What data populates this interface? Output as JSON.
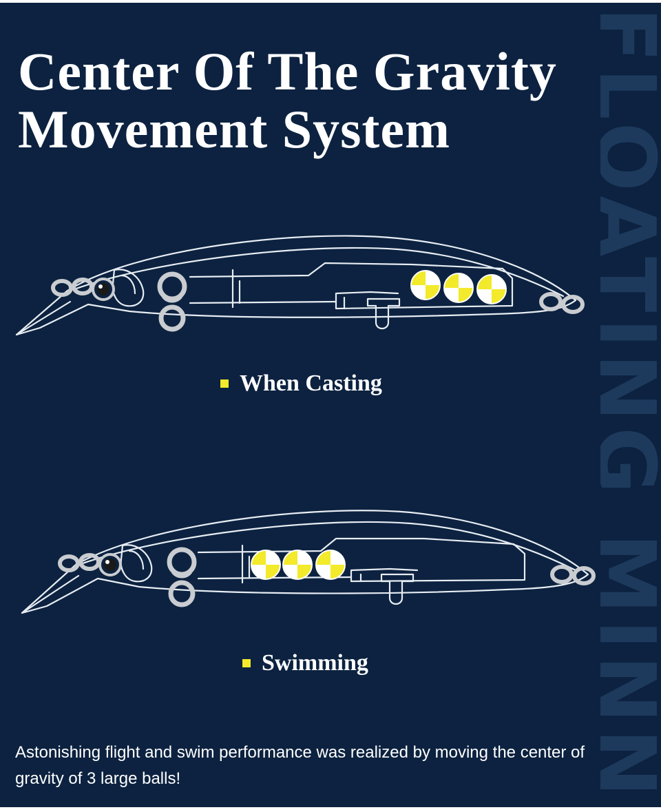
{
  "title": {
    "line1": "Center Of The Gravity",
    "line2": "Movement System"
  },
  "watermark": "FLOATING MINN",
  "states": [
    {
      "label": "When Casting",
      "ball_position": "rear"
    },
    {
      "label": "Swimming",
      "ball_position": "center"
    }
  ],
  "description": "Astonishing flight and swim performance was realized by moving the center of gravity of 3 large balls!",
  "colors": {
    "background": "#0c2240",
    "watermark": "#1d3a5d",
    "ball_yellow": "#f2ea2a",
    "outline": "#e8edf3",
    "ring": "#c9ccd0"
  }
}
